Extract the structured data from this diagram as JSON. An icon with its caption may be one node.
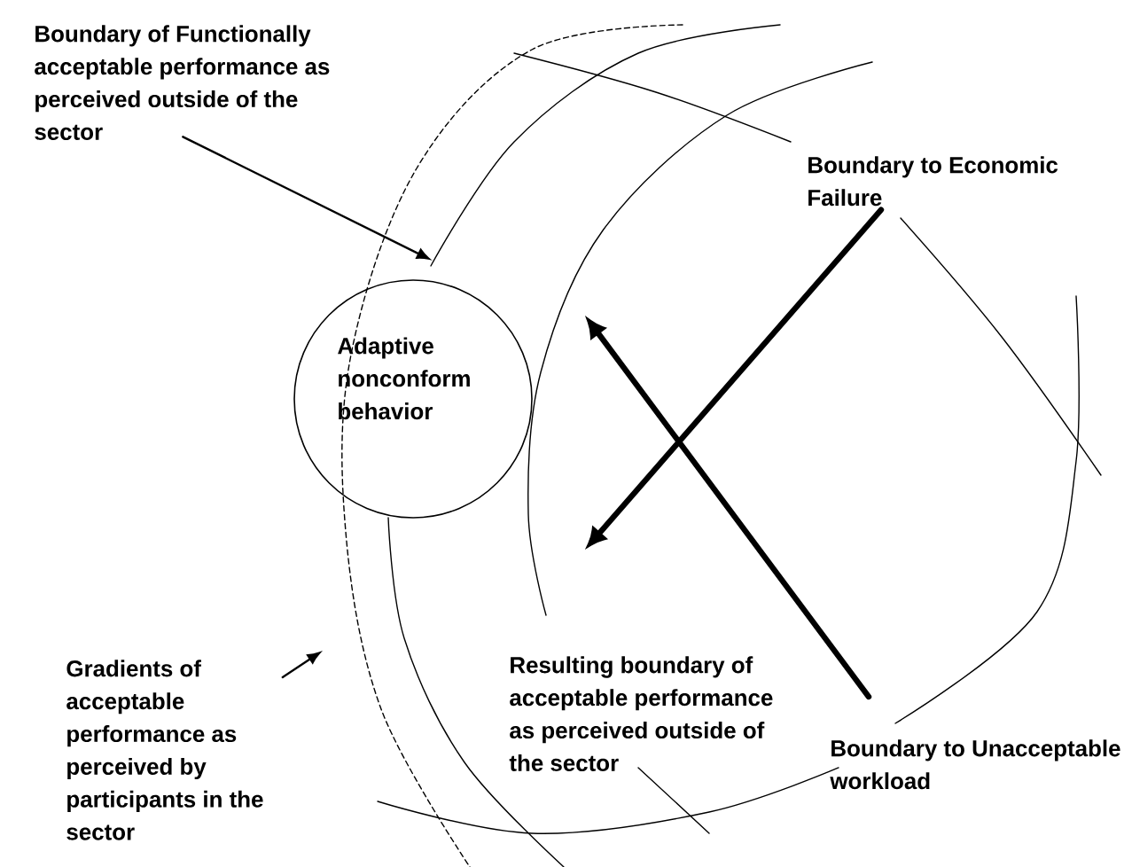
{
  "diagram": {
    "nodes": [
      {
        "text": [
          "Boundary of Functionally acceptable performance as perceived outside of the sector"
        ]
      },
      {
        "text": [
          "Adaptive nonconform behavior"
        ]
      },
      {
        "text": [
          "Boundary to Economic Failure"
        ]
      },
      {
        "text": [
          "Resulting boundary of acceptable performance as perceived outside of the sector"
        ]
      },
      {
        "text": [
          "Gradients of acceptable performance as perceived by participants in the sector"
        ]
      },
      {
        "text": [
          "Boundary to Unacceptable workload"
        ]
      },
      {
        "text": [],
        "shape": "line"
      }
    ],
    "edges": [
      {
        "from": 0,
        "to": 6,
        "arrow": "to"
      },
      {
        "from": 4,
        "to": null,
        "arrow": "to"
      },
      {
        "from": 2,
        "to": null,
        "arrow": "to",
        "style": "thick"
      },
      {
        "from": 5,
        "to": null,
        "arrow": "to",
        "style": "thick"
      }
    ]
  }
}
